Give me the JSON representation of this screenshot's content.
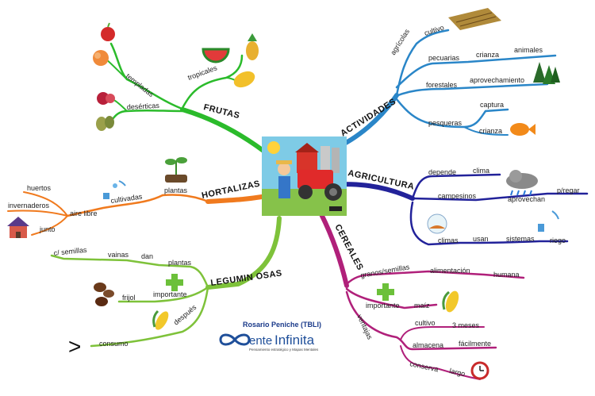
{
  "colors": {
    "frutas": "#2bbb2b",
    "actividades": "#2a86c8",
    "hortalizas": "#f07a1e",
    "agricultura": "#22229a",
    "cereales": "#b0207a",
    "leguminosas": "#7ec23a",
    "credit_name": "#1a3a8a",
    "logo": "#1f4f9a"
  },
  "center": {
    "image": "farmer-tractor-barn-illustration"
  },
  "branches": {
    "frutas": {
      "title": "FRUTAS",
      "templadas": "templadas",
      "tropicales": "tropicales",
      "deserticas": "desérticas"
    },
    "actividades": {
      "title": "ACTIVIDADES",
      "agricolas": "agrícolas",
      "cultivo": "cultivo",
      "pecuarias": "pecuarias",
      "crianza1": "crianza",
      "animales": "animales",
      "forestales": "forestales",
      "aprovechamiento": "aprovechamiento",
      "pesqueras": "pesqueras",
      "captura": "captura",
      "crianza2": "crianza"
    },
    "hortalizas": {
      "title": "HORTALIZAS",
      "plantas": "plantas",
      "cultivadas": "cultivadas",
      "aire_libre": "aire libre",
      "huertos": "huertos",
      "invernaderos": "invernaderos",
      "junto": "junto"
    },
    "agricultura": {
      "title": "AGRICULTURA",
      "depende": "depende",
      "clima1": "clima",
      "campesinos": "campesinos",
      "aprovechan": "aprovechan",
      "p_regar": "p/regar",
      "climas": "climas",
      "usan": "usan",
      "sistemas": "sistemas",
      "riego": "riego"
    },
    "leguminosas": {
      "title": "LEGUMIN OSAS",
      "c_semillas": "c/ semillas",
      "vainas": "vainas",
      "dan": "dan",
      "plantas": "plantas",
      "frijol": "frijol",
      "importante": "importante",
      "consumo": "consumo",
      "despues": "después",
      "gt_symbol": ">"
    },
    "cereales": {
      "title": "CEREALES",
      "granos_semillas": "granos/semillas",
      "alimentacion": "alimentación",
      "humana": "humana",
      "importante": "importante",
      "maiz": "maíz",
      "ventajas": "ventajas",
      "cultivo": "cultivo",
      "tres_meses": "3 meses",
      "almacena": "almacena",
      "facilmente": "fácilmente",
      "conserva": "conserva",
      "largo": "largo"
    }
  },
  "credit": {
    "author": "Rosario Peniche (TBLI)",
    "logo_prefix": "ente",
    "logo_word": "Infinita",
    "tagline": "Pensamiento estratégico y Mapas Mentales"
  }
}
